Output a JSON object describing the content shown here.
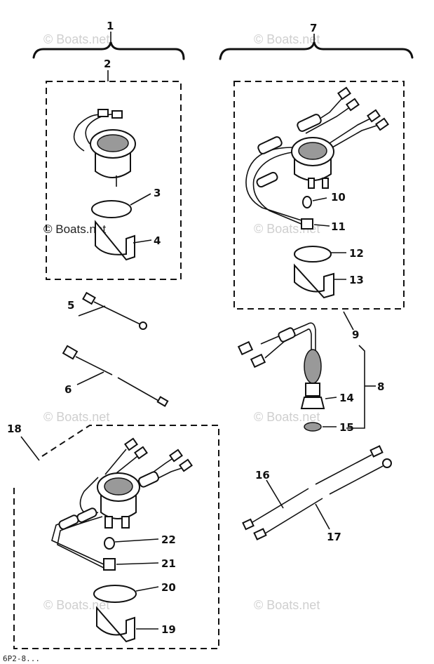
{
  "watermarks": [
    {
      "text": "© Boats.net"
    },
    {
      "text": "© Boats.net"
    },
    {
      "text": "© Boats.net"
    },
    {
      "text": "© Boats.net"
    },
    {
      "text": "© Boats.net"
    },
    {
      "text": "© Boats.net"
    },
    {
      "text": "© Boats.net"
    },
    {
      "text": "© Boats.net"
    }
  ],
  "footer_text": "6P2-8...",
  "callouts": {
    "c1": "1",
    "c2": "2",
    "c3": "3",
    "c4": "4",
    "c5": "5",
    "c6": "6",
    "c7": "7",
    "c8": "8",
    "c9": "9",
    "c10": "10",
    "c11": "11",
    "c12": "12",
    "c13": "13",
    "c14": "14",
    "c15": "15",
    "c16": "16",
    "c17": "17",
    "c18": "18",
    "c19": "19",
    "c20": "20",
    "c21": "21",
    "c22": "22"
  }
}
